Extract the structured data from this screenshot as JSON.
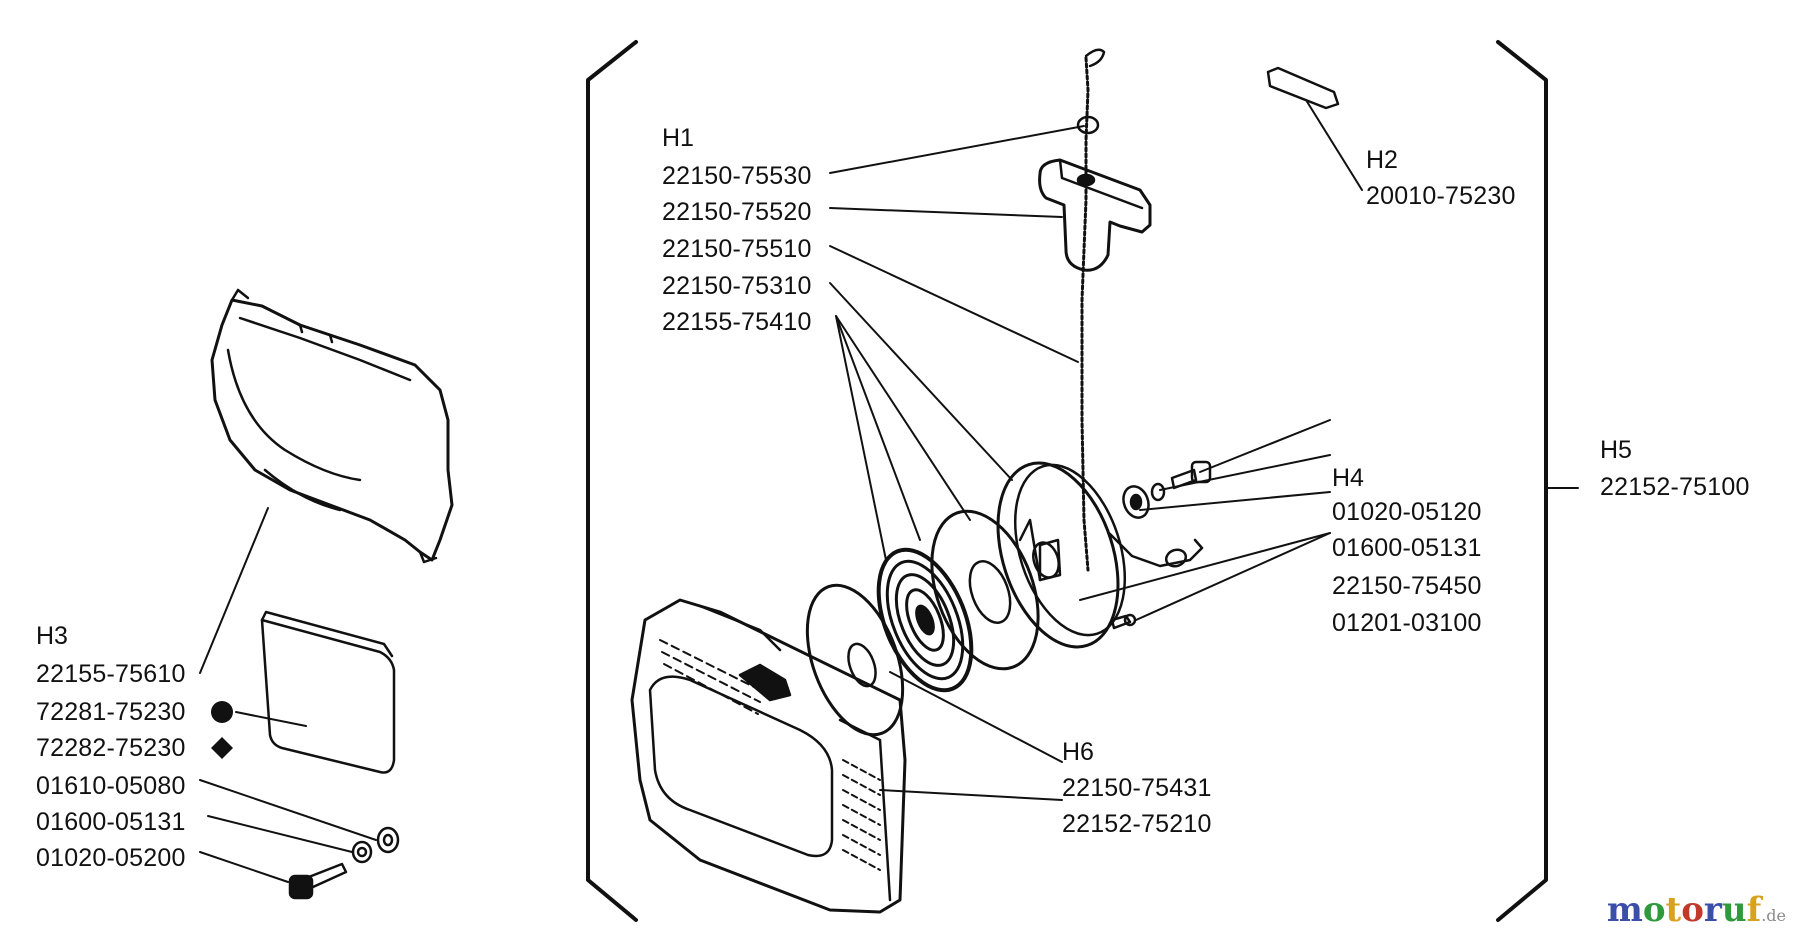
{
  "groups": {
    "h1": {
      "title": "H1",
      "parts": [
        "22150-75530",
        "22150-75520",
        "22150-75510",
        "22150-75310",
        "22155-75410"
      ]
    },
    "h2": {
      "title": "H2",
      "parts": [
        "20010-75230"
      ]
    },
    "h3": {
      "title": "H3",
      "parts": [
        "22155-75610",
        "72281-75230",
        "72282-75230",
        "01610-05080",
        "01600-05131",
        "01020-05200"
      ],
      "symbols": [
        "filled-circle",
        "filled-diamond"
      ]
    },
    "h4": {
      "title": "H4",
      "parts": [
        "01020-05120",
        "01600-05131",
        "22150-75450",
        "01201-03100"
      ]
    },
    "h5": {
      "title": "H5",
      "parts": [
        "22152-75100"
      ]
    },
    "h6": {
      "title": "H6",
      "parts": [
        "22150-75431",
        "22152-75210"
      ]
    }
  },
  "watermark": {
    "main": "motoruf",
    "suffix": ".de",
    "colors": [
      "#3b4fa8",
      "#2e9a3c",
      "#d8a21e",
      "#c0392b"
    ]
  }
}
